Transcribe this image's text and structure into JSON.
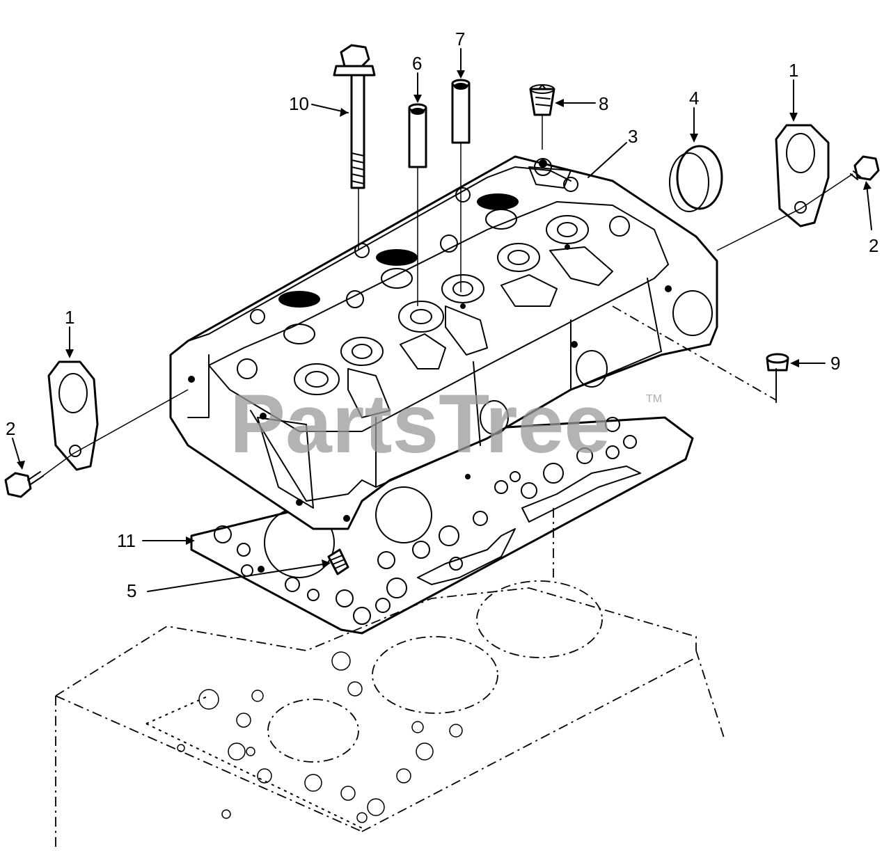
{
  "watermark": {
    "text": "PartsTree",
    "trademark": "TM"
  },
  "callouts": {
    "c1_right": "1",
    "c2_right": "2",
    "c3": "3",
    "c4": "4",
    "c6": "6",
    "c7": "7",
    "c8": "8",
    "c9": "9",
    "c10": "10",
    "c1_left": "1",
    "c2_left": "2",
    "c11": "11",
    "c5": "5"
  }
}
